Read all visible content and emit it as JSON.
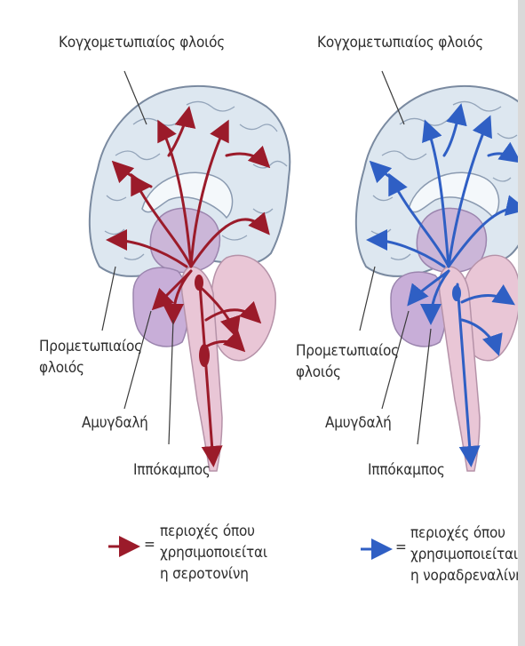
{
  "left_panel": {
    "cortex_label": "Κογχομετωπιαίος φλοιός",
    "prefrontal_label_line1": "Προμετωπιαίος",
    "prefrontal_label_line2": "φλοιός",
    "amygdala_label": "Αμυγδαλή",
    "hippocampus_label": "Ιππόκαμπος",
    "pathway_color": "#9b1b2a"
  },
  "right_panel": {
    "cortex_label": "Κογχομετωπιαίος φλοιός",
    "prefrontal_label_line1": "Προμετωπιαίος",
    "prefrontal_label_line2": "φλοιός",
    "amygdala_label": "Αμυγδαλή",
    "hippocampus_label": "Ιππόκαμπος",
    "pathway_color": "#2f5fc4"
  },
  "legend": {
    "serotonin": {
      "line1": "περιοχές όπου",
      "line2": "χρησιμοποιείται",
      "line3": "η σεροτονίνη",
      "equals": "=",
      "color": "#9b1b2a"
    },
    "noradrenaline": {
      "line1": "περιοχές όπου",
      "line2": "χρησιμοποιείται",
      "line3": "η νοραδρεναλίνη",
      "equals": "=",
      "color": "#2f5fc4"
    }
  },
  "colors": {
    "brain_fill": "#dde7f0",
    "brain_outline": "#7a8aa0",
    "inner_fill": "#cbb6d8",
    "brainstem_fill": "#e9c6d6"
  }
}
